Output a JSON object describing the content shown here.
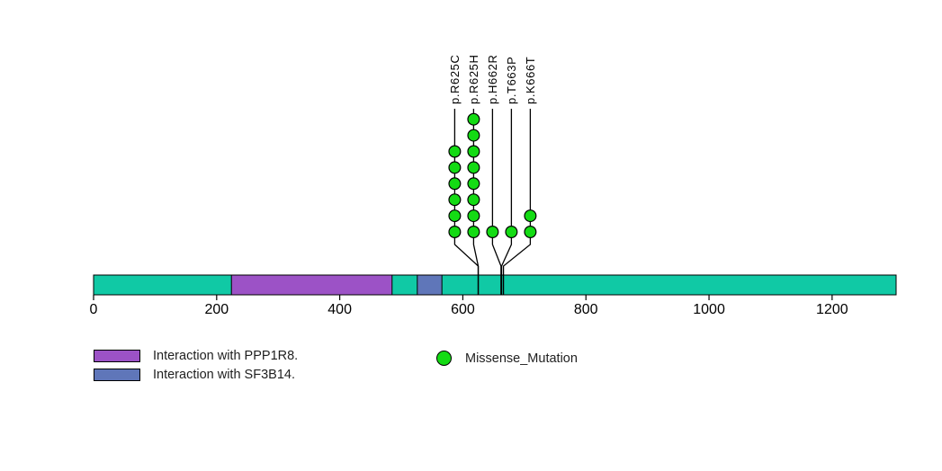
{
  "chart_data": {
    "type": "lollipop",
    "title": "",
    "protein_length": 1304,
    "bar_color": "#10C9A5",
    "mutation_color": "#14DB14",
    "stem_color": "#000000",
    "xaxis": {
      "ticks": [
        0,
        200,
        400,
        600,
        800,
        1000,
        1200
      ],
      "range": [
        0,
        1304
      ],
      "label": ""
    },
    "domains": [
      {
        "name": "Interaction with PPP1R8.",
        "start": 224,
        "end": 485,
        "color": "#9C52C6"
      },
      {
        "name": "Interaction with SF3B14.",
        "start": 526,
        "end": 566,
        "color": "#5F76B9"
      }
    ],
    "mutations": [
      {
        "label": "p.R625C",
        "position": 625,
        "count": 6,
        "type": "Missense_Mutation"
      },
      {
        "label": "p.R625H",
        "position": 625,
        "count": 8,
        "type": "Missense_Mutation"
      },
      {
        "label": "p.H662R",
        "position": 662,
        "count": 1,
        "type": "Missense_Mutation"
      },
      {
        "label": "p.T663P",
        "position": 663,
        "count": 1,
        "type": "Missense_Mutation"
      },
      {
        "label": "p.K666T",
        "position": 666,
        "count": 2,
        "type": "Missense_Mutation"
      }
    ],
    "legend": [
      {
        "swatch": "rect",
        "color": "#9C52C6",
        "label": "Interaction with PPP1R8."
      },
      {
        "swatch": "rect",
        "color": "#5F76B9",
        "label": "Interaction with SF3B14."
      },
      {
        "swatch": "circle",
        "color": "#14DB14",
        "label": "Missense_Mutation"
      }
    ]
  }
}
